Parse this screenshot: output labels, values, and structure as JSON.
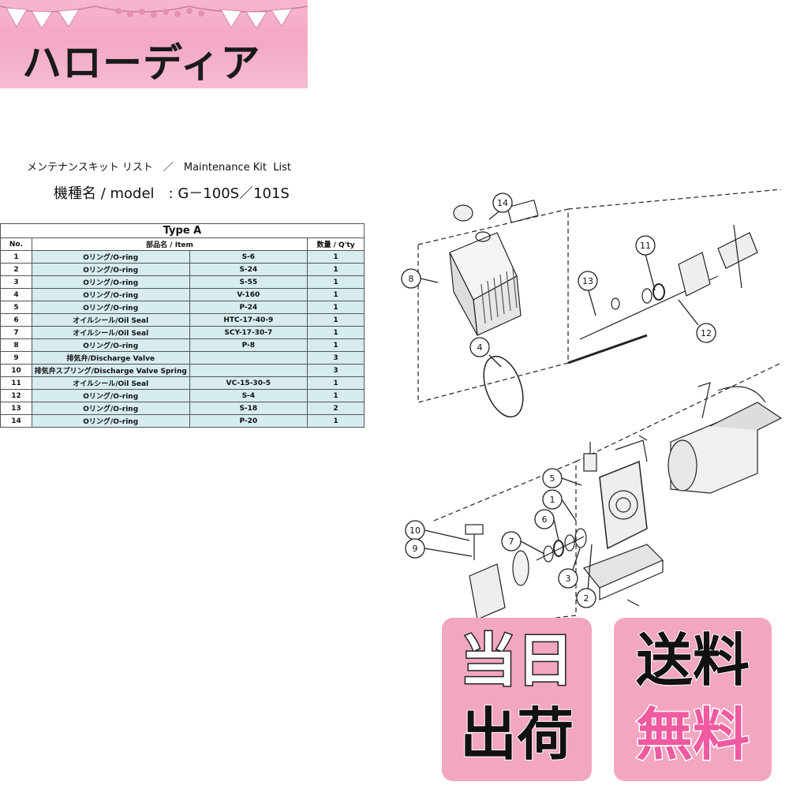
{
  "banner": {
    "shop_name": "ハローディア"
  },
  "document": {
    "kit_title": "メンテナンスキット リスト　／　Maintenance Kit  List",
    "model_line": "機種名 / model　: G－100S／101S"
  },
  "table": {
    "type_label": "Type  A",
    "headers": {
      "no": "No.",
      "item": "部品名 / Item",
      "qty": "数量 / Q'ty"
    },
    "rows": [
      {
        "no": "1",
        "item": "Oリング/O-ring",
        "part": "S-6",
        "qty": "1"
      },
      {
        "no": "2",
        "item": "Oリング/O-ring",
        "part": "S-24",
        "qty": "1"
      },
      {
        "no": "3",
        "item": "Oリング/O-ring",
        "part": "S-55",
        "qty": "1"
      },
      {
        "no": "4",
        "item": "Oリング/O-ring",
        "part": "V-160",
        "qty": "1"
      },
      {
        "no": "5",
        "item": "Oリング/O-ring",
        "part": "P-24",
        "qty": "1"
      },
      {
        "no": "6",
        "item": "オイルシール/Oil Seal",
        "part": "HTC-17-40-9",
        "qty": "1"
      },
      {
        "no": "7",
        "item": "オイルシール/Oil Seal",
        "part": "SCY-17-30-7",
        "qty": "1"
      },
      {
        "no": "8",
        "item": "Oリング/O-ring",
        "part": "P-8",
        "qty": "1"
      },
      {
        "no": "9",
        "item": "排気弁/Discharge Valve",
        "part": "",
        "qty": "3"
      },
      {
        "no": "10",
        "item": "排気弁スプリング/Discharge Valve Spring",
        "part": "",
        "qty": "3"
      },
      {
        "no": "11",
        "item": "オイルシール/Oil Seal",
        "part": "VC-15-30-5",
        "qty": "1"
      },
      {
        "no": "12",
        "item": "Oリング/O-ring",
        "part": "S-4",
        "qty": "1"
      },
      {
        "no": "13",
        "item": "Oリング/O-ring",
        "part": "S-18",
        "qty": "2"
      },
      {
        "no": "14",
        "item": "Oリング/O-ring",
        "part": "P-20",
        "qty": "1"
      }
    ]
  },
  "callouts": [
    "14",
    "8",
    "13",
    "11",
    "12",
    "4",
    "5",
    "1",
    "6",
    "7",
    "10",
    "9",
    "3",
    "2"
  ],
  "badges": {
    "same_day": {
      "line1": "当日",
      "line2": "出荷"
    },
    "free_shipping": {
      "line1": "送料",
      "line2": "無料"
    }
  },
  "colors": {
    "banner_pink": "#f3a7c4",
    "table_cell": "#d6ecef",
    "badge_pink": "#f3a6bf",
    "free_text_pink": "#f05aa0"
  }
}
